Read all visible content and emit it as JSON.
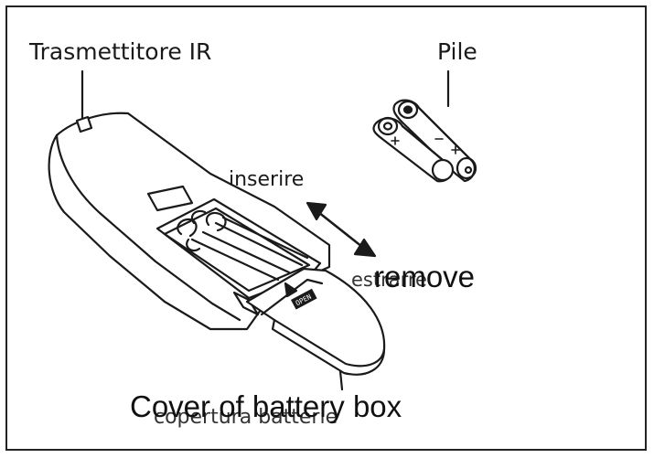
{
  "labels": {
    "ir_transmitter": "Trasmettitore IR",
    "batteries": "Pile",
    "insert": "inserire",
    "extract": "estrarre",
    "remove": "remove",
    "cover_italian": "copertura batterie",
    "cover_english": "Cover of battery box",
    "open_tag": "OPEN"
  },
  "colors": {
    "line": "#1a1a1a",
    "fill": "#ffffff",
    "frame": "#222222"
  },
  "icons": {
    "double_arrow": "double-arrow-icon",
    "remote": "remote-control-icon",
    "batteries": "aa-battery-pair-icon"
  }
}
